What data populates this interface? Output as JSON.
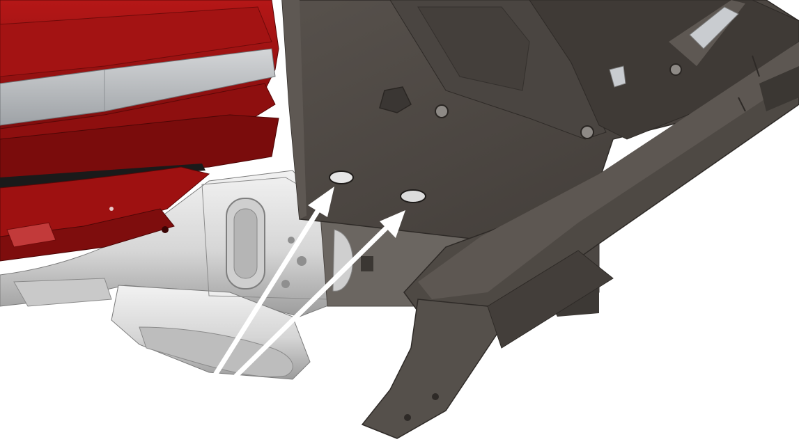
{
  "figure": {
    "background": "#ffffff",
    "palette": {
      "taillight_red": "#9e1111",
      "taillight_dark_red": "#6f0a0a",
      "lens_grey": "#b9bcbf",
      "bumper_black": "#1a1a1a",
      "bracket_plate": "#4a4541",
      "bracket_plate_dark": "#3a3633",
      "bracket_edge": "#5e5853",
      "frame_silver": "#d9d9d9",
      "frame_shadow": "#a9a9a9",
      "arrow": "#ffffff"
    },
    "callout": {
      "target_count": 2,
      "targets": [
        "left-slot-hole",
        "right-slot-hole"
      ]
    }
  }
}
